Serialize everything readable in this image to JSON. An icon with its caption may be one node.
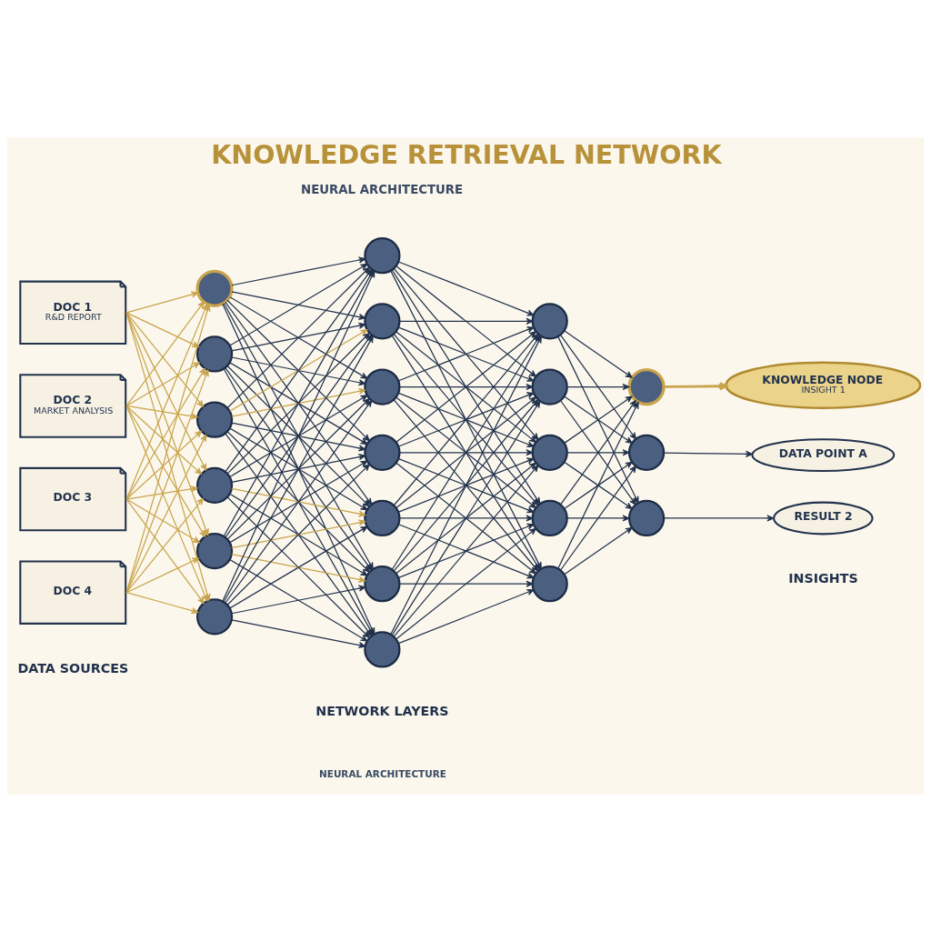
{
  "diagram": {
    "title": "KNOWLEDGE RETRIEVAL NETWORK",
    "nodes": [
      {
        "text": [
          "DOC 1",
          "R&D REPORT"
        ]
      },
      {
        "text": [
          "DOC 2",
          "MARKET ANALYSIS"
        ]
      },
      {
        "text": [
          "DOC 3"
        ]
      },
      {
        "text": [
          "DOC 4"
        ]
      },
      {
        "text": [],
        "shape": "circle"
      },
      {
        "text": [],
        "shape": "circle"
      },
      {
        "text": [],
        "shape": "circle"
      },
      {
        "text": [],
        "shape": "circle"
      },
      {
        "text": [],
        "shape": "circle"
      },
      {
        "text": [],
        "shape": "circle"
      },
      {
        "text": [],
        "shape": "circle"
      },
      {
        "text": [],
        "shape": "circle"
      },
      {
        "text": [],
        "shape": "circle"
      },
      {
        "text": [],
        "shape": "circle"
      },
      {
        "text": [],
        "shape": "circle"
      },
      {
        "text": [],
        "shape": "circle"
      },
      {
        "text": [],
        "shape": "circle"
      },
      {
        "text": [],
        "shape": "circle"
      },
      {
        "text": [],
        "shape": "circle"
      },
      {
        "text": [],
        "shape": "circle"
      },
      {
        "text": [],
        "shape": "circle"
      },
      {
        "text": [],
        "shape": "circle"
      },
      {
        "text": [],
        "shape": "circle"
      },
      {
        "text": [],
        "shape": "circle"
      },
      {
        "text": [],
        "shape": "circle"
      },
      {
        "text": [
          "KNOWLEDGE NODE",
          "INSIGHT 1"
        ]
      },
      {
        "text": [
          "DATA POINT A"
        ]
      },
      {
        "text": [
          "RESULT 2"
        ]
      }
    ],
    "edges": [
      {
        "from": 0,
        "to": 4,
        "arrow": "to",
        "color": "#c9a44c"
      },
      {
        "from": 0,
        "to": 5,
        "arrow": "to",
        "color": "#c9a44c"
      },
      {
        "from": 0,
        "to": 6,
        "arrow": "to",
        "color": "#c9a44c"
      },
      {
        "from": 0,
        "to": 7,
        "arrow": "to",
        "color": "#c9a44c"
      },
      {
        "from": 0,
        "to": 8,
        "arrow": "to",
        "color": "#c9a44c"
      },
      {
        "from": 0,
        "to": 9,
        "arrow": "to",
        "color": "#c9a44c"
      },
      {
        "from": 1,
        "to": 4,
        "arrow": "to",
        "color": "#c9a44c"
      },
      {
        "from": 1,
        "to": 5,
        "arrow": "to",
        "color": "#c9a44c"
      },
      {
        "from": 1,
        "to": 6,
        "arrow": "to",
        "color": "#c9a44c"
      },
      {
        "from": 1,
        "to": 7,
        "arrow": "to",
        "color": "#c9a44c"
      },
      {
        "from": 1,
        "to": 8,
        "arrow": "to",
        "color": "#c9a44c"
      },
      {
        "from": 1,
        "to": 9,
        "arrow": "to",
        "color": "#c9a44c"
      },
      {
        "from": 2,
        "to": 4,
        "arrow": "to",
        "color": "#c9a44c"
      },
      {
        "from": 2,
        "to": 5,
        "arrow": "to",
        "color": "#c9a44c"
      },
      {
        "from": 2,
        "to": 6,
        "arrow": "to",
        "color": "#c9a44c"
      },
      {
        "from": 2,
        "to": 7,
        "arrow": "to",
        "color": "#c9a44c"
      },
      {
        "from": 2,
        "to": 8,
        "arrow": "to",
        "color": "#c9a44c"
      },
      {
        "from": 2,
        "to": 9,
        "arrow": "to",
        "color": "#c9a44c"
      },
      {
        "from": 3,
        "to": 4,
        "arrow": "to",
        "color": "#c9a44c"
      },
      {
        "from": 3,
        "to": 5,
        "arrow": "to",
        "color": "#c9a44c"
      },
      {
        "from": 3,
        "to": 6,
        "arrow": "to",
        "color": "#c9a44c"
      },
      {
        "from": 3,
        "to": 7,
        "arrow": "to",
        "color": "#c9a44c"
      },
      {
        "from": 3,
        "to": 8,
        "arrow": "to",
        "color": "#c9a44c"
      },
      {
        "from": 3,
        "to": 9,
        "arrow": "to",
        "color": "#c9a44c"
      },
      {
        "from": 4,
        "to": 10,
        "arrow": "to"
      },
      {
        "from": 4,
        "to": 11,
        "arrow": "to"
      },
      {
        "from": 4,
        "to": 12,
        "arrow": "to"
      },
      {
        "from": 4,
        "to": 13,
        "arrow": "to"
      },
      {
        "from": 4,
        "to": 14,
        "arrow": "to"
      },
      {
        "from": 4,
        "to": 15,
        "arrow": "to"
      },
      {
        "from": 4,
        "to": 16,
        "arrow": "to"
      },
      {
        "from": 5,
        "to": 10,
        "arrow": "to"
      },
      {
        "from": 5,
        "to": 11,
        "arrow": "to"
      },
      {
        "from": 5,
        "to": 12,
        "arrow": "to"
      },
      {
        "from": 5,
        "to": 13,
        "arrow": "to"
      },
      {
        "from": 5,
        "to": 14,
        "arrow": "to"
      },
      {
        "from": 5,
        "to": 15,
        "arrow": "to"
      },
      {
        "from": 5,
        "to": 16,
        "arrow": "to"
      },
      {
        "from": 6,
        "to": 10,
        "arrow": "to"
      },
      {
        "from": 6,
        "to": 11,
        "arrow": "to",
        "color": "#c9a44c"
      },
      {
        "from": 6,
        "to": 12,
        "arrow": "to",
        "color": "#c9a44c"
      },
      {
        "from": 6,
        "to": 13,
        "arrow": "to"
      },
      {
        "from": 6,
        "to": 14,
        "arrow": "to"
      },
      {
        "from": 6,
        "to": 15,
        "arrow": "to"
      },
      {
        "from": 6,
        "to": 16,
        "arrow": "to"
      },
      {
        "from": 7,
        "to": 10,
        "arrow": "to"
      },
      {
        "from": 7,
        "to": 11,
        "arrow": "to"
      },
      {
        "from": 7,
        "to": 12,
        "arrow": "to"
      },
      {
        "from": 7,
        "to": 13,
        "arrow": "to"
      },
      {
        "from": 7,
        "to": 14,
        "arrow": "to",
        "color": "#c9a44c"
      },
      {
        "from": 7,
        "to": 15,
        "arrow": "to"
      },
      {
        "from": 7,
        "to": 16,
        "arrow": "to"
      },
      {
        "from": 8,
        "to": 10,
        "arrow": "to"
      },
      {
        "from": 8,
        "to": 11,
        "arrow": "to"
      },
      {
        "from": 8,
        "to": 12,
        "arrow": "to"
      },
      {
        "from": 8,
        "to": 13,
        "arrow": "to"
      },
      {
        "from": 8,
        "to": 14,
        "arrow": "to",
        "color": "#c9a44c"
      },
      {
        "from": 8,
        "to": 15,
        "arrow": "to",
        "color": "#c9a44c"
      },
      {
        "from": 8,
        "to": 16,
        "arrow": "to"
      },
      {
        "from": 9,
        "to": 10,
        "arrow": "to"
      },
      {
        "from": 9,
        "to": 11,
        "arrow": "to"
      },
      {
        "from": 9,
        "to": 12,
        "arrow": "to"
      },
      {
        "from": 9,
        "to": 13,
        "arrow": "to"
      },
      {
        "from": 9,
        "to": 14,
        "arrow": "to"
      },
      {
        "from": 9,
        "to": 15,
        "arrow": "to"
      },
      {
        "from": 9,
        "to": 16,
        "arrow": "to"
      },
      {
        "from": 10,
        "to": 17,
        "arrow": "to"
      },
      {
        "from": 10,
        "to": 18,
        "arrow": "to"
      },
      {
        "from": 10,
        "to": 19,
        "arrow": "to"
      },
      {
        "from": 10,
        "to": 20,
        "arrow": "to"
      },
      {
        "from": 10,
        "to": 21,
        "arrow": "to"
      },
      {
        "from": 11,
        "to": 17,
        "arrow": "to"
      },
      {
        "from": 11,
        "to": 18,
        "arrow": "to"
      },
      {
        "from": 11,
        "to": 19,
        "arrow": "to"
      },
      {
        "from": 11,
        "to": 20,
        "arrow": "to"
      },
      {
        "from": 11,
        "to": 21,
        "arrow": "to"
      },
      {
        "from": 12,
        "to": 17,
        "arrow": "to"
      },
      {
        "from": 12,
        "to": 18,
        "arrow": "to"
      },
      {
        "from": 12,
        "to": 19,
        "arrow": "to"
      },
      {
        "from": 12,
        "to": 20,
        "arrow": "to"
      },
      {
        "from": 12,
        "to": 21,
        "arrow": "to"
      },
      {
        "from": 13,
        "to": 17,
        "arrow": "to"
      },
      {
        "from": 13,
        "to": 18,
        "arrow": "to"
      },
      {
        "from": 13,
        "to": 19,
        "arrow": "to"
      },
      {
        "from": 13,
        "to": 20,
        "arrow": "to"
      },
      {
        "from": 13,
        "to": 21,
        "arrow": "to"
      },
      {
        "from": 14,
        "to": 17,
        "arrow": "to"
      },
      {
        "from": 14,
        "to": 18,
        "arrow": "to"
      },
      {
        "from": 14,
        "to": 19,
        "arrow": "to"
      },
      {
        "from": 14,
        "to": 20,
        "arrow": "to"
      },
      {
        "from": 14,
        "to": 21,
        "arrow": "to"
      },
      {
        "from": 15,
        "to": 17,
        "arrow": "to"
      },
      {
        "from": 15,
        "to": 18,
        "arrow": "to"
      },
      {
        "from": 15,
        "to": 19,
        "arrow": "to"
      },
      {
        "from": 15,
        "to": 20,
        "arrow": "to"
      },
      {
        "from": 15,
        "to": 21,
        "arrow": "to"
      },
      {
        "from": 16,
        "to": 17,
        "arrow": "to"
      },
      {
        "from": 16,
        "to": 18,
        "arrow": "to"
      },
      {
        "from": 16,
        "to": 19,
        "arrow": "to"
      },
      {
        "from": 16,
        "to": 20,
        "arrow": "to"
      },
      {
        "from": 16,
        "to": 21,
        "arrow": "to"
      },
      {
        "from": 17,
        "to": 22,
        "arrow": "to"
      },
      {
        "from": 17,
        "to": 23,
        "arrow": "to"
      },
      {
        "from": 17,
        "to": 24,
        "arrow": "to"
      },
      {
        "from": 18,
        "to": 22,
        "arrow": "to"
      },
      {
        "from": 18,
        "to": 23,
        "arrow": "to"
      },
      {
        "from": 18,
        "to": 24,
        "arrow": "to"
      },
      {
        "from": 19,
        "to": 22,
        "arrow": "to"
      },
      {
        "from": 19,
        "to": 23,
        "arrow": "to"
      },
      {
        "from": 19,
        "to": 24,
        "arrow": "to"
      },
      {
        "from": 20,
        "to": 22,
        "arrow": "to"
      },
      {
        "from": 20,
        "to": 23,
        "arrow": "to"
      },
      {
        "from": 20,
        "to": 24,
        "arrow": "to"
      },
      {
        "from": 21,
        "to": 22,
        "arrow": "to"
      },
      {
        "from": 21,
        "to": 23,
        "arrow": "to"
      },
      {
        "from": 21,
        "to": 24,
        "arrow": "to"
      },
      {
        "from": 22,
        "to": 25,
        "arrow": "to",
        "style": "thick",
        "color": "#c9a44c"
      },
      {
        "from": 23,
        "to": 26,
        "arrow": "to"
      },
      {
        "from": 24,
        "to": 27,
        "arrow": "to"
      }
    ],
    "labels": [
      "NEURAL ARCHITECTURE",
      "DATA SOURCES",
      "NETWORK LAYERS",
      "INSIGHTS",
      "NEURAL ARCHITECTURE"
    ]
  }
}
